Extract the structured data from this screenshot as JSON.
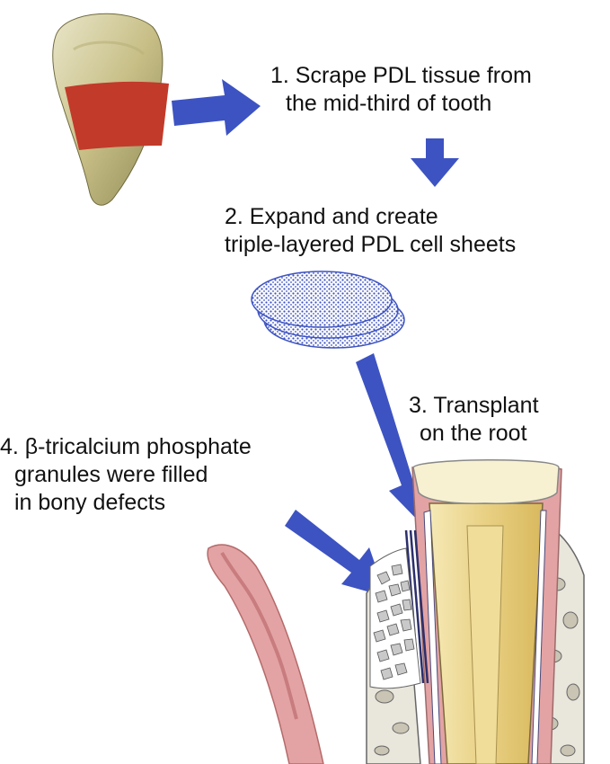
{
  "steps": [
    {
      "lines": [
        "1. Scrape PDL tissue from",
        "the mid-third of tooth"
      ]
    },
    {
      "lines": [
        "2. Expand and create",
        "triple-layered PDL cell sheets"
      ]
    },
    {
      "lines": [
        "3. Transplant",
        "on the root"
      ]
    },
    {
      "lines": [
        "4. β-tricalcium phosphate",
        "granules were filled",
        "in bony defects"
      ]
    }
  ],
  "colors": {
    "arrow": "#3d53c2",
    "scraped_region": "#c23a2a",
    "cell_sheet": "#7f8fe0",
    "gingiva": "#e3a3a4",
    "bone": "#e9e6dc",
    "enamel": "#f7f1d2",
    "root": "#e6cc78",
    "granules": "#c9c9c9"
  }
}
